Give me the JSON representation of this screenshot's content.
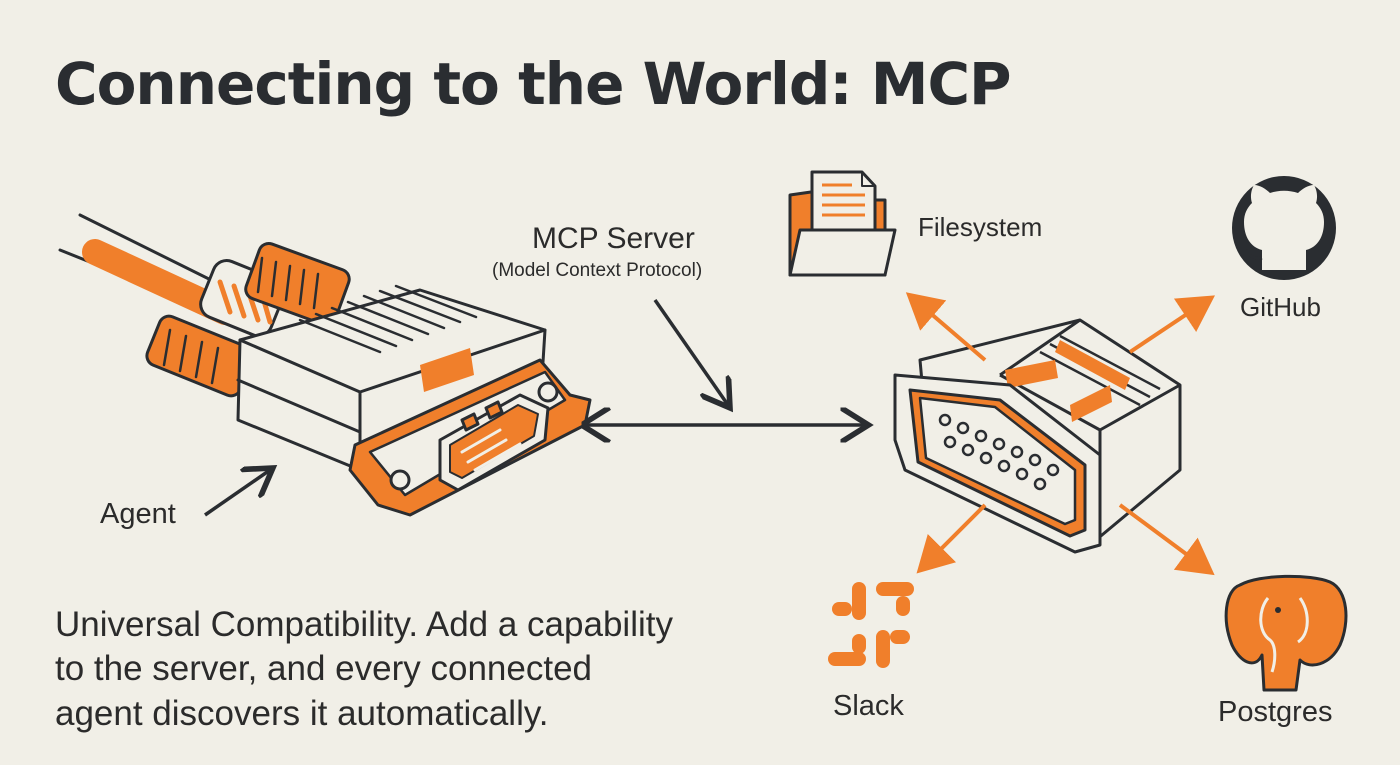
{
  "title": "Connecting to the World: MCP",
  "agent_label": "Agent",
  "server": {
    "label": "MCP Server",
    "sublabel": "(Model Context Protocol)"
  },
  "targets": {
    "filesystem": "Filesystem",
    "github": "GitHub",
    "slack": "Slack",
    "postgres": "Postgres"
  },
  "caption_lines": [
    "Universal Compatibility. Add a capability",
    "to the server, and every connected",
    "agent discovers it automatically."
  ],
  "colors": {
    "background": "#f1efe7",
    "accent": "#f07f2b",
    "ink": "#2a2d31"
  },
  "icons": [
    "dsub-plug-icon",
    "dsub-socket-icon",
    "folder-icon",
    "github-icon",
    "slack-icon",
    "postgres-elephant-icon"
  ]
}
